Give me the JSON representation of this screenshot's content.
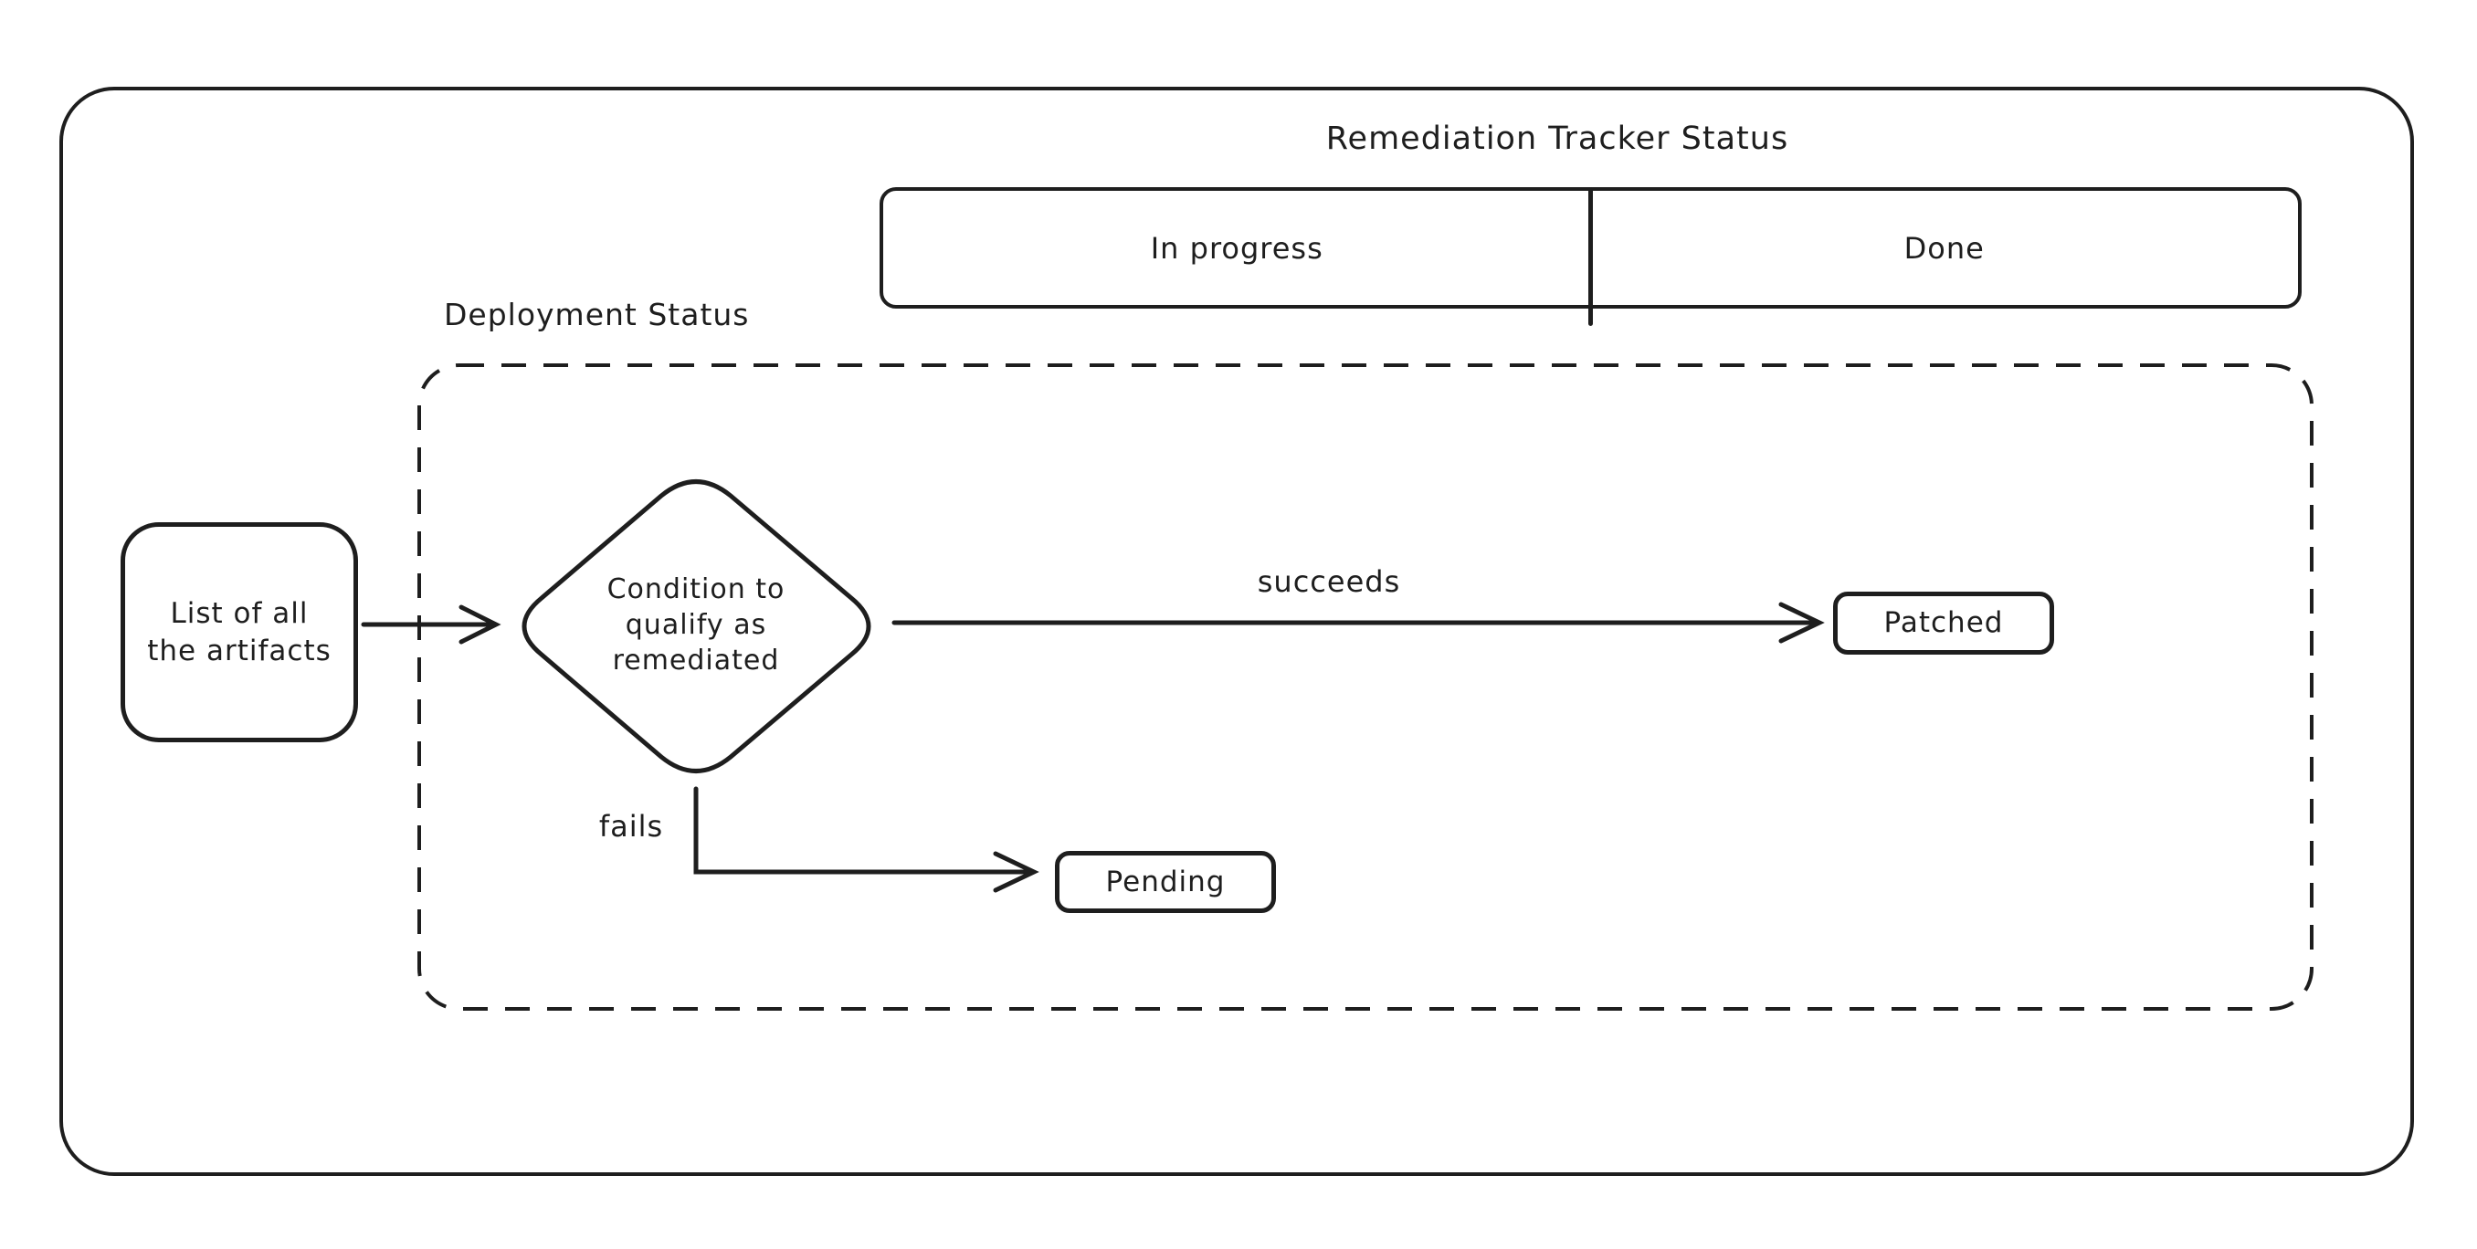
{
  "page": {
    "background_color": "#ffffff",
    "stroke_color": "#1e1e1e"
  },
  "remediation_tracker": {
    "title": "Remediation Tracker Status",
    "columns": [
      {
        "label": "In progress"
      },
      {
        "label": "Done"
      }
    ]
  },
  "deployment_status": {
    "label": "Deployment Status",
    "decision_node_label": "Condition to\nqualify as\nremediated",
    "succeeds_edge_label": "succeeds",
    "fails_edge_label": "fails",
    "patched_node_label": "Patched",
    "pending_node_label": "Pending"
  },
  "source_node": {
    "label": "List of all\nthe artifacts"
  }
}
